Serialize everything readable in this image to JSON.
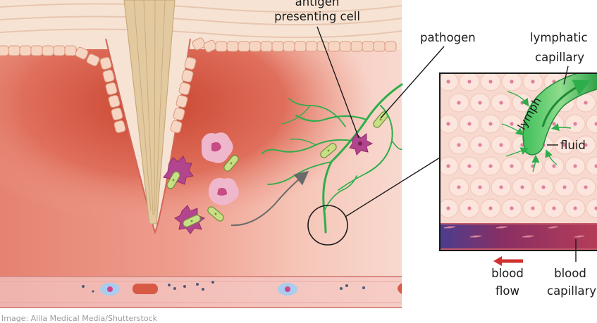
{
  "labels": {
    "antigen_presenting_cell_line1": "antigen",
    "antigen_presenting_cell_line2": "presenting cell",
    "pathogen": "pathogen",
    "lymphatic_capillary_line1": "lymphatic",
    "lymphatic_capillary_line2": "capillary",
    "lymph": "lymph",
    "fluid": "fluid",
    "blood_flow_line1": "blood",
    "blood_flow_line2": "flow",
    "blood_capillary_line1": "blood",
    "blood_capillary_line2": "capillary"
  },
  "credit": "Image: Alila Medical Media/Shutterstock",
  "colors": {
    "tissue": "#e98f80",
    "tissue_light": "#f6d2c6",
    "splinter": "#e2c9a0",
    "lymphatic_green": "#2eae4b",
    "blood_vessel": "#a4344f",
    "blood_flow_arrow": "#d0312d",
    "pathogen_green": "#c8df86",
    "apc_purple": "#b3458e"
  },
  "icons": {
    "blood_flow_arrow": "left-arrow-icon",
    "migration_arrow": "curved-arrow-icon"
  }
}
